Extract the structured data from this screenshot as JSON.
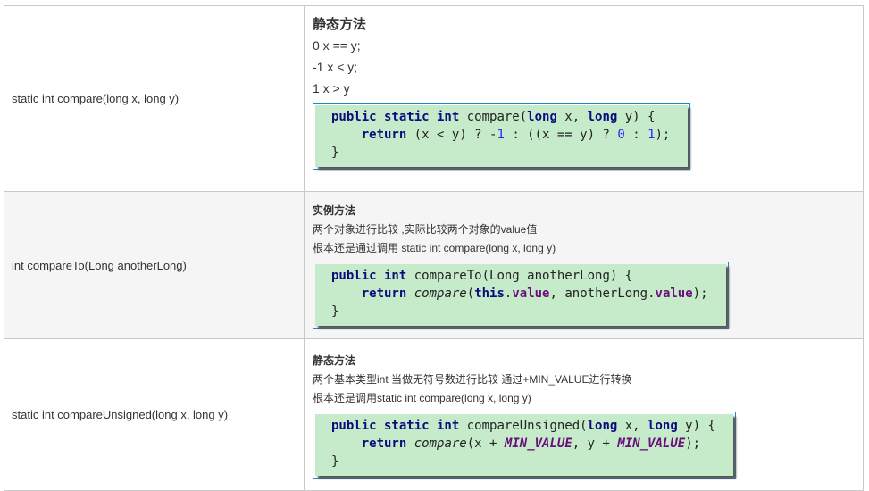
{
  "rows": [
    {
      "signature": "static int compare(long x, long y)",
      "heading": "静态方法",
      "lines": [
        "0   x == y;",
        "-1   x < y;",
        "1    x > y"
      ],
      "code": [
        [
          [
            "public static int",
            "kw"
          ],
          [
            " compare(",
            ""
          ],
          [
            "long",
            "kw"
          ],
          [
            " x, ",
            ""
          ],
          [
            "long",
            "kw"
          ],
          [
            " y) {",
            ""
          ]
        ],
        [
          [
            "    ",
            ""
          ],
          [
            "return",
            "kw"
          ],
          [
            " (x < y) ? -",
            ""
          ],
          [
            "1",
            "num"
          ],
          [
            " : ((x == y) ? ",
            ""
          ],
          [
            "0",
            "num"
          ],
          [
            " : ",
            ""
          ],
          [
            "1",
            "num"
          ],
          [
            ");",
            ""
          ]
        ],
        [
          [
            "}",
            ""
          ]
        ]
      ]
    },
    {
      "signature": "int compareTo(Long anotherLong)",
      "heading": "实例方法",
      "lines": [
        "两个对象进行比较   ,实际比较两个对象的value值",
        "根本还是通过调用 static int compare(long x, long y)"
      ],
      "code": [
        [
          [
            "public int",
            "kw"
          ],
          [
            " compareTo(Long anotherLong) {",
            ""
          ]
        ],
        [
          [
            "    ",
            ""
          ],
          [
            "return",
            "kw"
          ],
          [
            " ",
            ""
          ],
          [
            "compare",
            "it"
          ],
          [
            "(",
            ""
          ],
          [
            "this",
            "kw"
          ],
          [
            ".",
            ""
          ],
          [
            "value",
            "fld"
          ],
          [
            ", anotherLong.",
            ""
          ],
          [
            "value",
            "fld"
          ],
          [
            ");",
            ""
          ]
        ],
        [
          [
            "}",
            ""
          ]
        ]
      ]
    },
    {
      "signature": "static int compareUnsigned(long x, long y)",
      "heading": "静态方法",
      "lines": [
        "两个基本类型int 当做无符号数进行比较   通过+MIN_VALUE进行转换",
        "根本还是调用static int compare(long x, long y)"
      ],
      "code": [
        [
          [
            "public static int",
            "kw"
          ],
          [
            " compareUnsigned(",
            ""
          ],
          [
            "long",
            "kw"
          ],
          [
            " x, ",
            ""
          ],
          [
            "long",
            "kw"
          ],
          [
            " y) {",
            ""
          ]
        ],
        [
          [
            "    ",
            ""
          ],
          [
            "return",
            "kw"
          ],
          [
            " ",
            ""
          ],
          [
            "compare",
            "it"
          ],
          [
            "(x + ",
            ""
          ],
          [
            "MIN_VALUE",
            "fi"
          ],
          [
            ", y + ",
            ""
          ],
          [
            "MIN_VALUE",
            "fi"
          ],
          [
            ");",
            ""
          ]
        ],
        [
          [
            "}",
            ""
          ]
        ]
      ]
    }
  ]
}
